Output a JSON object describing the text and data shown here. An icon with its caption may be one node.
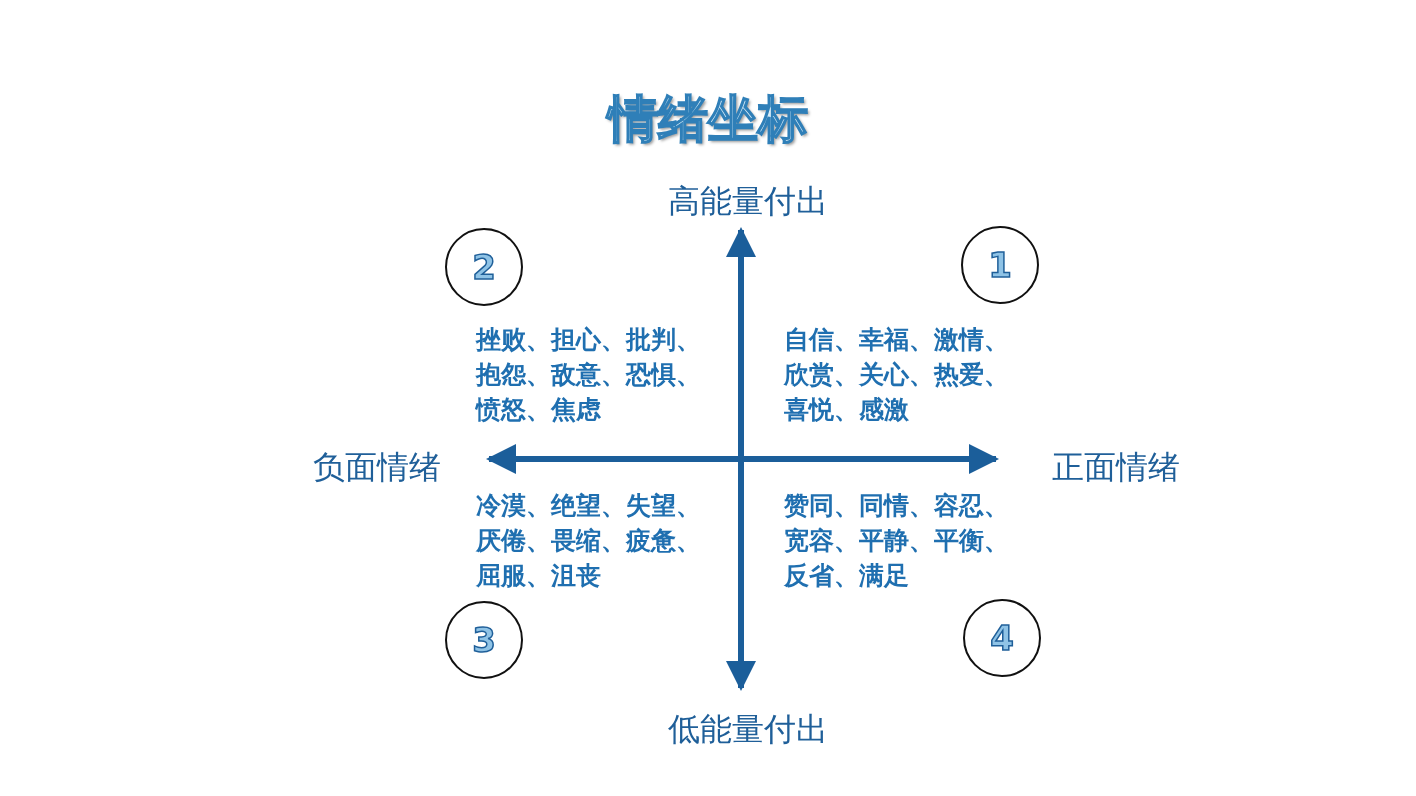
{
  "diagram": {
    "title": "情绪坐标",
    "nodes": [
      {
        "text": [
          "2"
        ]
      },
      {
        "text": [
          "1"
        ]
      },
      {
        "text": [
          "3"
        ]
      },
      {
        "text": [
          "4"
        ]
      }
    ],
    "labels": [
      "高能量付出",
      "挫败、担心、批判、抱怨、敌意、恐惧、愤怒、焦虑",
      "自信、幸福、激情、欣赏、关心、热爱、喜悦、感激",
      "负面情绪",
      "正面情绪",
      "冷漠、绝望、失望、厌倦、畏缩、疲惫、屈服、沮丧",
      "赞同、同情、容忍、宽容、平静、平衡、反省、满足",
      "低能量付出"
    ]
  }
}
